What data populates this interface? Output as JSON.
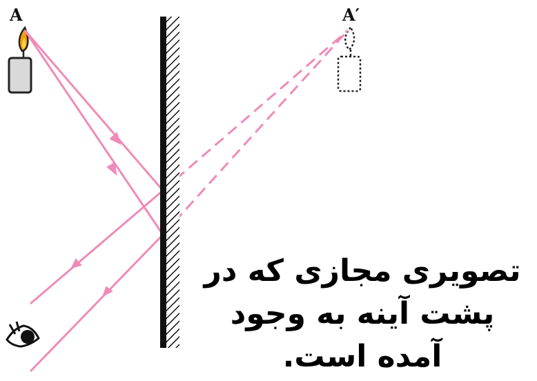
{
  "labels": {
    "object": "A",
    "image": "A′"
  },
  "caption": "تصویری مجازی که در پشت آینه به وجود آمده است.",
  "colors": {
    "ray": "#f08ab8",
    "mirror": "#111111",
    "flame": "#f5a000",
    "candle": "#d9d9d9"
  },
  "icons": [
    "candle-icon",
    "virtual-candle-icon",
    "eye-icon",
    "plane-mirror"
  ]
}
